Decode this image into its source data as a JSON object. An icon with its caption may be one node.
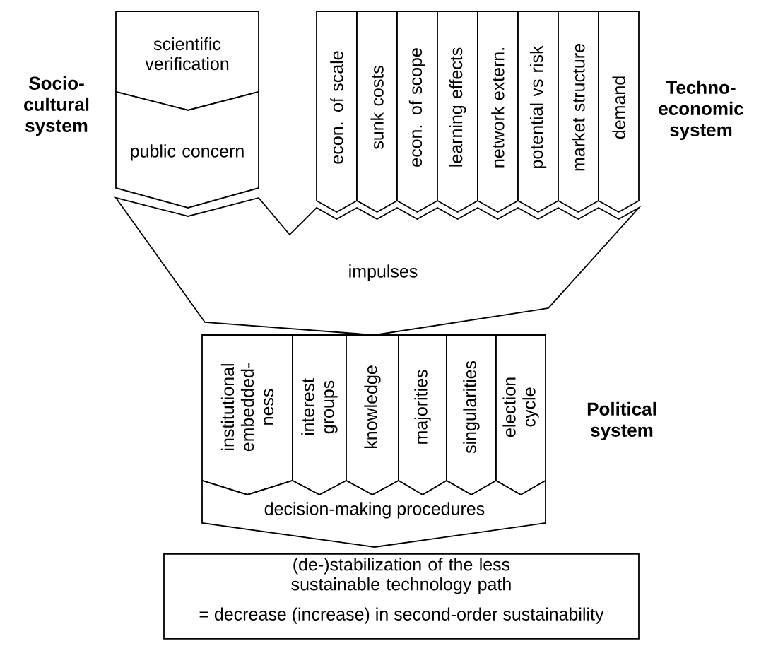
{
  "diagram": {
    "nodes": [
      {
        "text": [
          "scientific verification"
        ]
      },
      {
        "text": [
          "public concern"
        ]
      },
      {
        "text": [
          "econ. of scale"
        ]
      },
      {
        "text": [
          "sunk costs"
        ]
      },
      {
        "text": [
          "econ. of scope"
        ]
      },
      {
        "text": [
          "learning effects"
        ]
      },
      {
        "text": [
          "network extern."
        ]
      },
      {
        "text": [
          "potential vs risk"
        ]
      },
      {
        "text": [
          "market structure"
        ]
      },
      {
        "text": [
          "demand"
        ]
      },
      {
        "text": [
          "impulses"
        ]
      },
      {
        "text": [
          "institutional embedded-ness"
        ]
      },
      {
        "text": [
          "interest groups"
        ]
      },
      {
        "text": [
          "knowledge"
        ]
      },
      {
        "text": [
          "majorities"
        ]
      },
      {
        "text": [
          "singularities"
        ]
      },
      {
        "text": [
          "election cycle"
        ]
      },
      {
        "text": [
          "decision-making procedures"
        ]
      },
      {
        "text": [
          "(de-)stabilization of the less sustainable technology path",
          "= decrease (increase) in second-order sustainability"
        ]
      }
    ],
    "labels": [
      "Socio-cultural system",
      "Techno-economic system",
      "Political system"
    ]
  }
}
